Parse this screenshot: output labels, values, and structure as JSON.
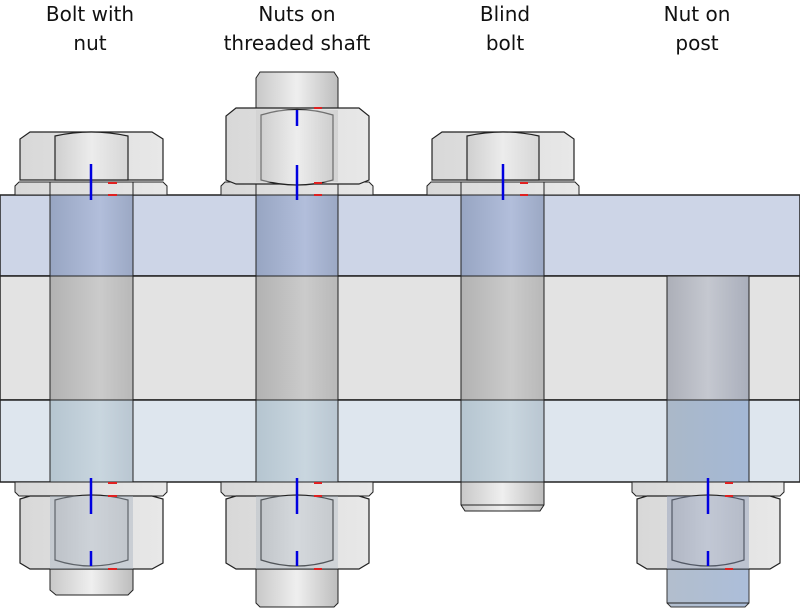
{
  "labels": {
    "bolt_with_nut": [
      "Bolt with",
      "nut"
    ],
    "nuts_on_threaded_shaft": [
      "Nuts on",
      "threaded shaft"
    ],
    "blind_bolt": [
      "Blind",
      "bolt"
    ],
    "nut_on_post": [
      "Nut on",
      "post"
    ]
  },
  "colors": {
    "top_plate": "#cdd5e7",
    "middle_plate": "#e3e3e3",
    "bottom_plate": "#dee6ee",
    "steel": "#dcdcdc",
    "outline": "#222222",
    "axis_marker": "#0000e0",
    "thread_marker": "#e02020"
  }
}
